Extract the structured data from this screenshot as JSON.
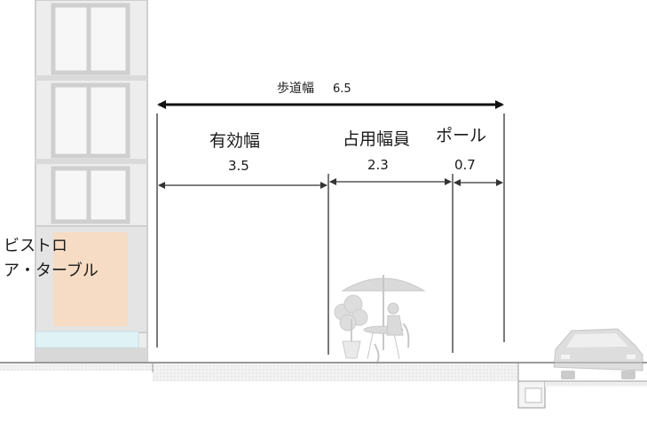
{
  "sidewalk": {
    "label": "歩道幅",
    "value": "6.5"
  },
  "segments": [
    {
      "label": "有効幅",
      "value": "3.5"
    },
    {
      "label": "占用幅員",
      "value": "2.3"
    },
    {
      "label": "ポール",
      "value": "0.7"
    }
  ],
  "shop": {
    "line1": "ビストロ",
    "line2": "ア・ターブル"
  },
  "colors": {
    "building": "#c9c9c9",
    "window_frame": "#e9e9e9",
    "shop_panel": "#f6dcc4",
    "shop_glass": "#dff3f6",
    "ground": "#999999",
    "arrow": "#111111"
  },
  "icons": [
    "cafe-table-umbrella-icon",
    "potted-tree-icon",
    "car-icon"
  ]
}
